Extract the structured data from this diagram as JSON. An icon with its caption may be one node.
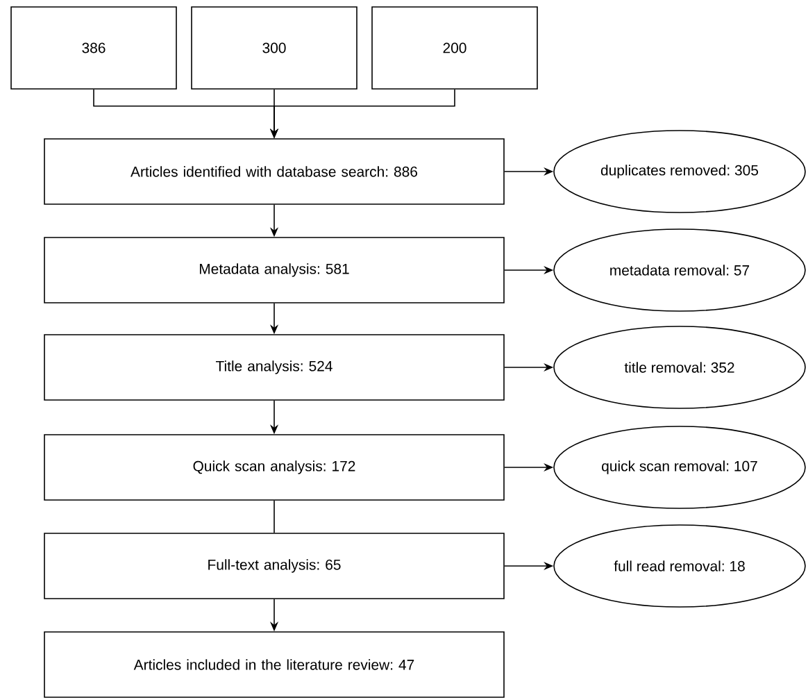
{
  "diagram": {
    "nodes": [
      {
        "text": [
          "386"
        ]
      },
      {
        "text": [
          "300"
        ]
      },
      {
        "text": [
          "200"
        ]
      },
      {
        "text": [
          "Articles identified with database search: 886"
        ]
      },
      {
        "text": [
          "duplicates removed: 305"
        ]
      },
      {
        "text": [
          "Metadata analysis: 581"
        ]
      },
      {
        "text": [
          "metadata removal: 57"
        ]
      },
      {
        "text": [
          "Title analysis: 524"
        ]
      },
      {
        "text": [
          "title removal: 352"
        ]
      },
      {
        "text": [
          "Quick scan analysis: 172"
        ]
      },
      {
        "text": [
          "quick scan removal: 107"
        ]
      },
      {
        "text": [
          "Full-text analysis: 65"
        ]
      },
      {
        "text": [
          "full read removal: 18"
        ]
      },
      {
        "text": [
          "Articles included in the literature review: 47"
        ]
      }
    ],
    "edges": [
      {
        "from": 0,
        "to": 3,
        "arrow": "to"
      },
      {
        "from": 1,
        "to": 3,
        "arrow": "to"
      },
      {
        "from": 2,
        "to": 3,
        "arrow": "to"
      },
      {
        "from": 3,
        "to": 4,
        "arrow": "to"
      },
      {
        "from": 3,
        "to": 5,
        "arrow": "to"
      },
      {
        "from": 5,
        "to": 6,
        "arrow": "to"
      },
      {
        "from": 5,
        "to": 7,
        "arrow": "to"
      },
      {
        "from": 7,
        "to": 8,
        "arrow": "to"
      },
      {
        "from": 7,
        "to": 9,
        "arrow": "to"
      },
      {
        "from": 9,
        "to": 10,
        "arrow": "to"
      },
      {
        "from": 9,
        "to": 11,
        "arrow": "none"
      },
      {
        "from": 11,
        "to": 12,
        "arrow": "to"
      },
      {
        "from": 11,
        "to": 13,
        "arrow": "to"
      }
    ]
  }
}
